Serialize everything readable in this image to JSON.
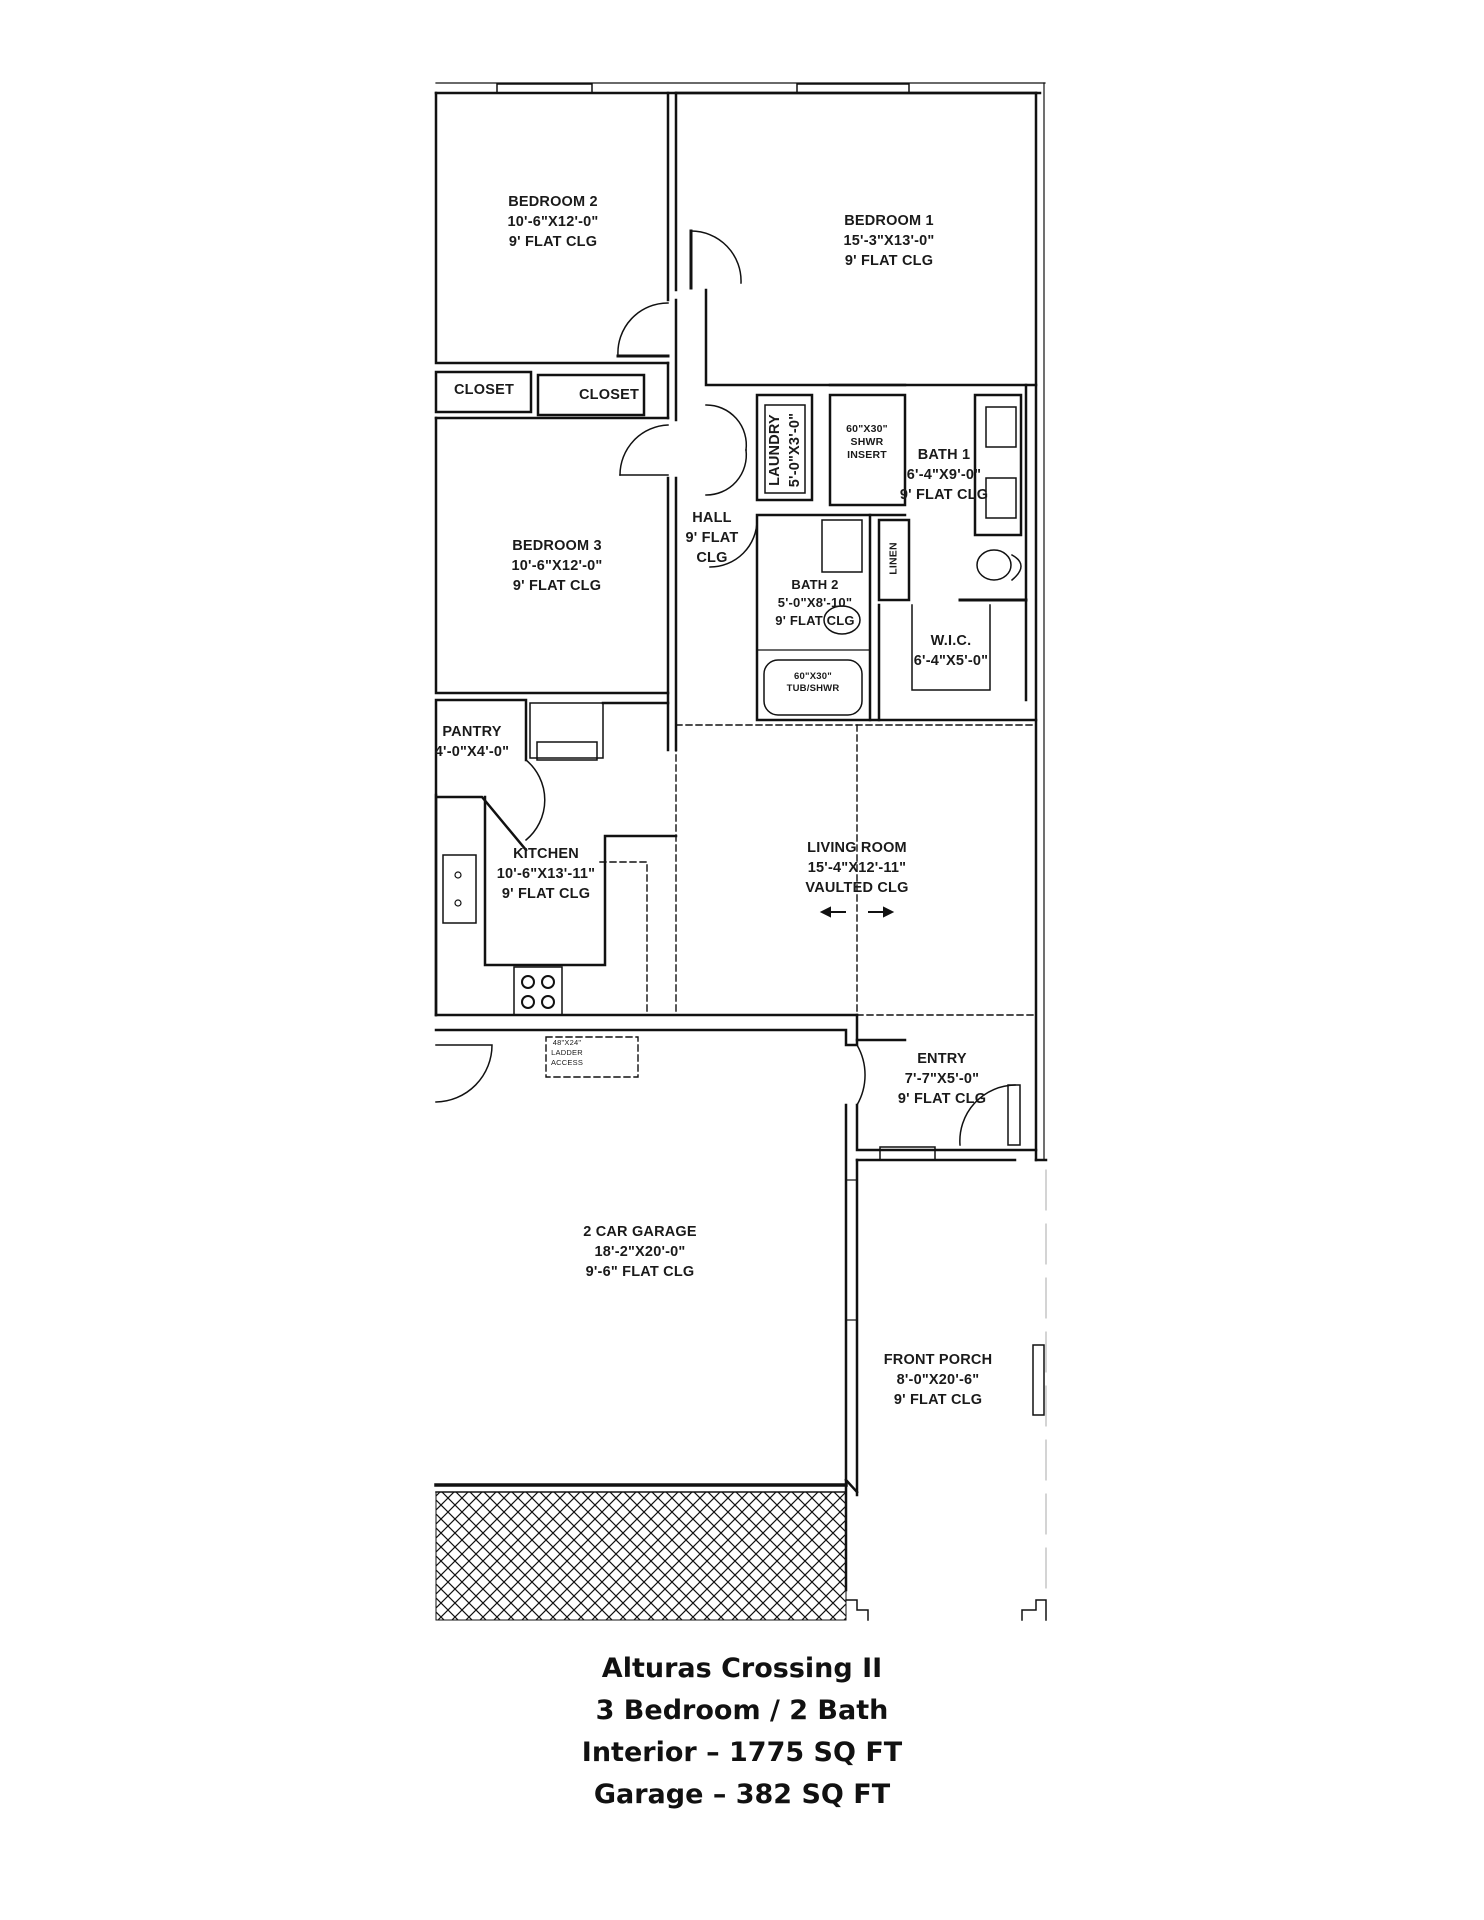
{
  "plan": {
    "rooms": [
      {
        "id": "bedroom-2",
        "name": "BEDROOM 2",
        "dims": "10'-6\"X12'-0\"",
        "ceiling": "9' FLAT CLG"
      },
      {
        "id": "bedroom-1",
        "name": "BEDROOM 1",
        "dims": "15'-3\"X13'-0\"",
        "ceiling": "9' FLAT CLG"
      },
      {
        "id": "closet-1",
        "name": "CLOSET"
      },
      {
        "id": "closet-2",
        "name": "CLOSET"
      },
      {
        "id": "laundry",
        "name": "LAUNDRY",
        "dims": "5'-0\"X3'-0\""
      },
      {
        "id": "shower-insert",
        "line1": "60\"X30\"",
        "line2": "SHWR",
        "line3": "INSERT"
      },
      {
        "id": "bath-1",
        "name": "BATH 1",
        "dims": "6'-4\"X9'-0\"",
        "ceiling": "9' FLAT CLG"
      },
      {
        "id": "hall",
        "name": "HALL",
        "ceiling_line1": "9' FLAT",
        "ceiling_line2": "CLG"
      },
      {
        "id": "bedroom-3",
        "name": "BEDROOM 3",
        "dims": "10'-6\"X12'-0\"",
        "ceiling": "9' FLAT CLG"
      },
      {
        "id": "linen",
        "name": "LINEN"
      },
      {
        "id": "bath-2",
        "name": "BATH 2",
        "dims": "5'-0\"X8'-10\"",
        "ceiling": "9' FLAT CLG"
      },
      {
        "id": "tub-shower",
        "line1": "60\"X30\"",
        "line2": "TUB/SHWR"
      },
      {
        "id": "wic",
        "name": "W.I.C.",
        "dims": "6'-4\"X5'-0\""
      },
      {
        "id": "pantry",
        "name": "PANTRY",
        "dims": "4'-0\"X4'-0\""
      },
      {
        "id": "kitchen",
        "name": "KITCHEN",
        "dims": "10'-6\"X13'-11\"",
        "ceiling": "9' FLAT CLG"
      },
      {
        "id": "living-room",
        "name": "LIVING ROOM",
        "dims": "15'-4\"X12'-11\"",
        "ceiling": "VAULTED CLG"
      },
      {
        "id": "ladder-access",
        "line1": "48\"X24\"",
        "line2": "LADDER",
        "line3": "ACCESS"
      },
      {
        "id": "entry",
        "name": "ENTRY",
        "dims": "7'-7\"X5'-0\"",
        "ceiling": "9' FLAT CLG"
      },
      {
        "id": "garage",
        "name": "2 CAR GARAGE",
        "dims": "18'-2\"X20'-0\"",
        "ceiling": "9'-6\" FLAT CLG"
      },
      {
        "id": "front-porch",
        "name": "FRONT PORCH",
        "dims": "8'-0\"X20'-6\"",
        "ceiling": "9' FLAT CLG"
      }
    ],
    "colors": {
      "wall": "#111111",
      "text": "#1a1a1a",
      "background": "#ffffff"
    }
  },
  "caption": {
    "title": "Alturas Crossing II",
    "layout": "3 Bedroom / 2 Bath",
    "interior": "Interior – 1775 SQ FT",
    "garage": "Garage – 382 SQ FT"
  }
}
